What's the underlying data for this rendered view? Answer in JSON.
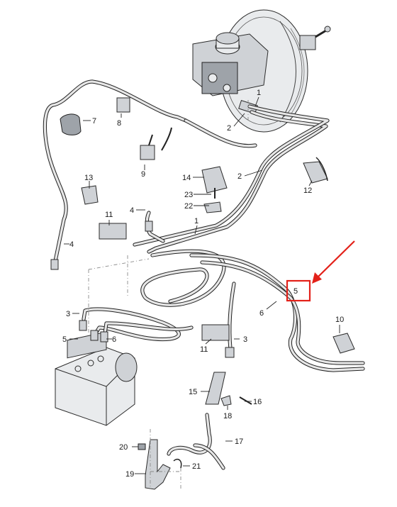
{
  "callouts": {
    "c1": "1",
    "c2a": "2",
    "c2b": "2",
    "c3a": "3",
    "c3b": "3",
    "c4a": "4",
    "c4b": "4",
    "c5a": "5",
    "c5b": "5",
    "c6a": "6",
    "c6b": "6",
    "c7": "7",
    "c8": "8",
    "c9": "9",
    "c10": "10",
    "c11a": "11",
    "c11b": "11",
    "c12": "12",
    "c13": "13",
    "c14": "14",
    "c15": "15",
    "c16": "16",
    "c17": "17",
    "c18": "18",
    "c19": "19",
    "c20": "20",
    "c21": "21",
    "c22": "22",
    "c23": "23"
  },
  "highlight": {
    "target": "5",
    "box_color": "#e32119",
    "arrow_color": "#e32119"
  },
  "colors": {
    "line": "#222222",
    "part_fill": "#cfd2d6",
    "background": "#ffffff"
  }
}
